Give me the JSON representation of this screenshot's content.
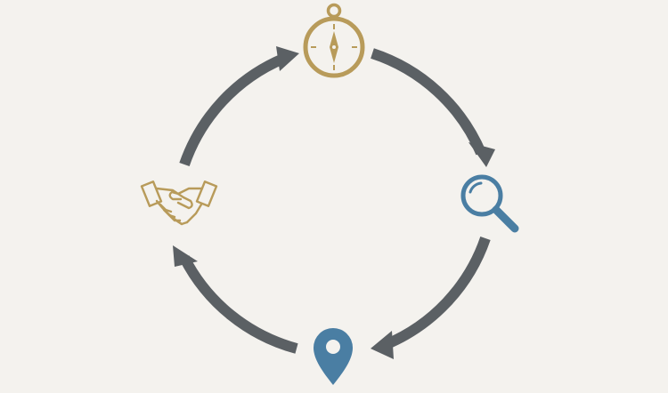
{
  "colors": {
    "background": "#f4f2ee",
    "arrow": "#5b6064",
    "gold": "#b89b5a",
    "blue": "#4a7ea3"
  },
  "cycle": {
    "nodes": [
      {
        "id": "top",
        "icon": "compass-icon",
        "color": "gold"
      },
      {
        "id": "right",
        "icon": "magnifying-glass-icon",
        "color": "blue"
      },
      {
        "id": "bottom",
        "icon": "location-pin-icon",
        "color": "blue"
      },
      {
        "id": "left",
        "icon": "handshake-icon",
        "color": "gold"
      }
    ],
    "arrows": [
      {
        "from": "top",
        "to": "right",
        "direction": "clockwise"
      },
      {
        "from": "right",
        "to": "bottom",
        "direction": "clockwise"
      },
      {
        "from": "bottom",
        "to": "left",
        "direction": "clockwise"
      },
      {
        "from": "left",
        "to": "top",
        "direction": "clockwise"
      }
    ]
  }
}
